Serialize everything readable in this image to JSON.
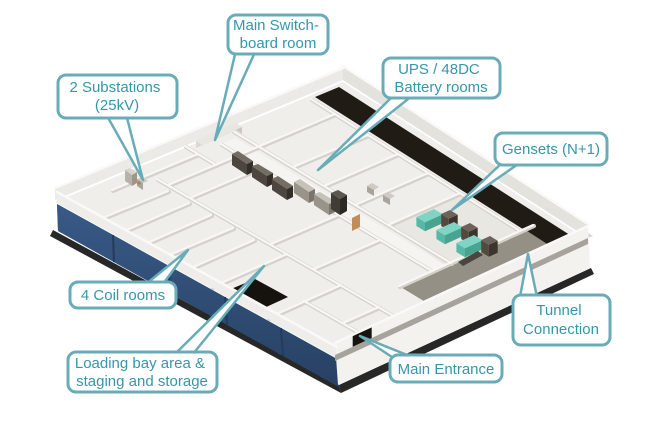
{
  "colors": {
    "callout_border": "#69ACB8",
    "callout_text": "#3596A9",
    "callout_fill": "#FFFFFF",
    "blue_wall": "#2E4D74",
    "blue_wall_dark": "#223C5C",
    "wall_white": "#F8F7F4",
    "wall_shadow": "#D4D1CB",
    "floor": "#EFEEEB",
    "dark_corridor": "#201B15",
    "gray_corridor": "#949086",
    "genset_teal": "#57B8A5",
    "genset_teal_light": "#7FD4C3",
    "genset_teal_dark": "#49A391"
  },
  "callouts": [
    {
      "id": "main-switchboard-room",
      "lines": [
        "Main Switch-",
        "board room"
      ]
    },
    {
      "id": "substations",
      "lines": [
        "2 Substations",
        "(25kV)"
      ]
    },
    {
      "id": "ups-battery-rooms",
      "lines": [
        "UPS / 48DC",
        "Battery rooms"
      ]
    },
    {
      "id": "gensets",
      "lines": [
        "Gensets (N+1)"
      ]
    },
    {
      "id": "coil-rooms",
      "lines": [
        "4 Coil rooms"
      ]
    },
    {
      "id": "loading-bay",
      "lines": [
        "Loading bay area &",
        "staging and storage"
      ]
    },
    {
      "id": "main-entrance",
      "lines": [
        "Main Entrance"
      ]
    },
    {
      "id": "tunnel-connection",
      "lines": [
        "Tunnel",
        "Connection"
      ]
    }
  ]
}
